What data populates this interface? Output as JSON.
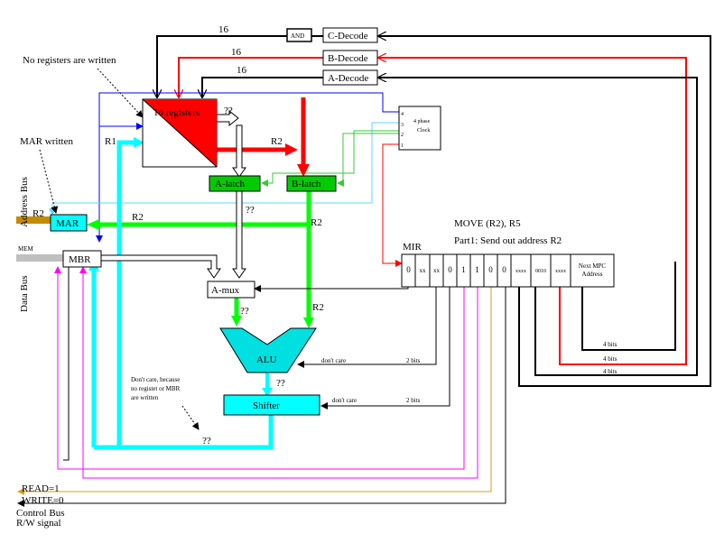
{
  "labels": {
    "no_regs": "No registers are written",
    "mar_written": "MAR written",
    "address_bus": "Address Bus",
    "data_bus": "Data Bus",
    "mem": "MEM",
    "registers": "16 registers",
    "r1": "R1",
    "r2_reg_out": "R2",
    "qq_reg": "??",
    "a_latch": "A-latch",
    "b_latch": "B-latch",
    "qq_alatch": "??",
    "r2_mar": "R2",
    "r2_blatch": "R2",
    "r2_mar_in": "R2",
    "mar": "MAR",
    "mbr": "MBR",
    "amux": "A-mux",
    "qq_amux": "??",
    "r2_alu": "R2",
    "alu": "ALU",
    "qq_alu": "??",
    "shifter": "Shifter",
    "qq_shifter": "??",
    "dont_care_note_1": "Don't care, because",
    "dont_care_note_2": "no registet or MBR",
    "dont_care_note_3": "are written",
    "dont_care_alu": "don't care",
    "dont_care_shift": "don't care",
    "two_bits_1": "2 bits",
    "two_bits_2": "2 bits",
    "four_bits_1": "4 bits",
    "four_bits_2": "4 bits",
    "four_bits_3": "4 bits",
    "sixteen_1": "16",
    "sixteen_2": "16",
    "sixteen_3": "16",
    "and_gate": "AND",
    "c_decode": "C-Decode",
    "b_decode": "B-Decode",
    "a_decode": "A-Decode",
    "clock_1": "4 phase",
    "clock_2": "Clock",
    "clock_4": "4",
    "clock_3": "3",
    "clock_2n": "2",
    "clock_1n": "1",
    "title1": "MOVE (R2), R5",
    "title2": "Part1: Send out address R2",
    "mir": "MIR",
    "read": "READ=1",
    "write": "WRITE=0",
    "control_bus": "Control Bus",
    "rw_signal": "R/W signal",
    "next_mpc_1": "Next MPC",
    "next_mpc_2": "Address"
  },
  "mir_fields": [
    "0",
    "xx",
    "xx",
    "0",
    "1",
    "1",
    "0",
    "0",
    "xxxx",
    "0010",
    "xxxx"
  ],
  "colors": {
    "green": "#00ff00",
    "cyan": "#00ffff",
    "red": "#ff0000",
    "blue": "#0000ff",
    "magenta": "#ff00ff",
    "orange": "#d4a017",
    "gray": "#bfbfbf",
    "lightblue": "#5fd4ff",
    "lightgreen": "#66ff66"
  }
}
